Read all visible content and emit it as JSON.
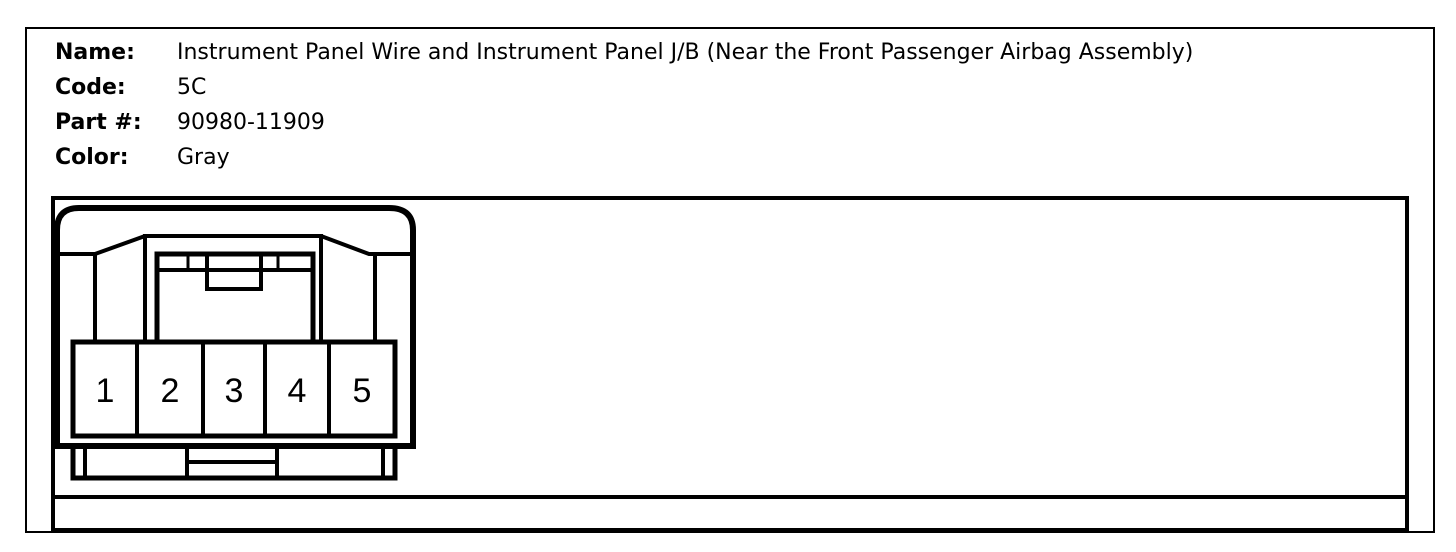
{
  "info": {
    "name_label": "Name:",
    "name_value": "Instrument Panel Wire and Instrument Panel J/B (Near the Front Passenger Airbag Assembly)",
    "code_label": "Code:",
    "code_value": "5C",
    "part_label": "Part #:",
    "part_value": "90980-11909",
    "color_label": "Color:",
    "color_value": "Gray"
  },
  "connector": {
    "pins": [
      "1",
      "2",
      "3",
      "4",
      "5"
    ]
  }
}
